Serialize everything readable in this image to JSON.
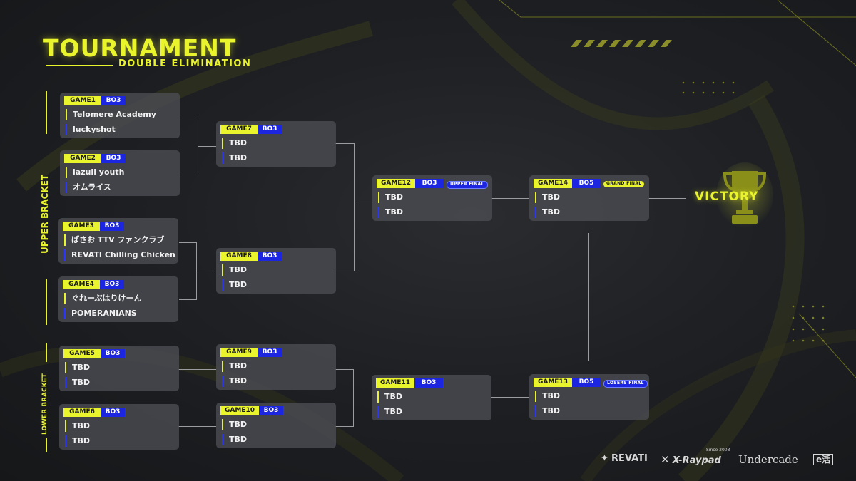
{
  "header": {
    "title": "TOURNAMENT",
    "subtitle": "DOUBLE ELIMINATION"
  },
  "brackets": {
    "upper_label": "UPPER BRACKET",
    "lower_label": "LOWER BRACKET"
  },
  "matches": {
    "g1": {
      "game": "GAME1",
      "bo": "BO3",
      "team1": "Telomere Academy",
      "team2": "luckyshot"
    },
    "g2": {
      "game": "GAME2",
      "bo": "BO3",
      "team1": "lazuli youth",
      "team2": "オムライス"
    },
    "g3": {
      "game": "GAME3",
      "bo": "BO3",
      "team1": "ぱさお TTV ファンクラブ",
      "team2": "REVATI Chilling Chicken"
    },
    "g4": {
      "game": "GAME4",
      "bo": "BO3",
      "team1": "ぐれーぷはりけーん",
      "team2": "POMERANIANS"
    },
    "g5": {
      "game": "GAME5",
      "bo": "BO3",
      "team1": "TBD",
      "team2": "TBD"
    },
    "g6": {
      "game": "GAME6",
      "bo": "BO3",
      "team1": "TBD",
      "team2": "TBD"
    },
    "g7": {
      "game": "GAME7",
      "bo": "BO3",
      "team1": "TBD",
      "team2": "TBD"
    },
    "g8": {
      "game": "GAME8",
      "bo": "BO3",
      "team1": "TBD",
      "team2": "TBD"
    },
    "g9": {
      "game": "GAME9",
      "bo": "BO3",
      "team1": "TBD",
      "team2": "TBD"
    },
    "g10": {
      "game": "GAME10",
      "bo": "BO3",
      "team1": "TBD",
      "team2": "TBD"
    },
    "g11": {
      "game": "GAME11",
      "bo": "BO3",
      "team1": "TBD",
      "team2": "TBD"
    },
    "g12": {
      "game": "GAME12",
      "bo": "BO3",
      "note": "UPPER FINAL",
      "team1": "TBD",
      "team2": "TBD"
    },
    "g13": {
      "game": "GAME13",
      "bo": "BO5",
      "note": "LOSERS FINAL",
      "team1": "TBD",
      "team2": "TBD"
    },
    "g14": {
      "game": "GAME14",
      "bo": "BO5",
      "note": "GRAND FINAL",
      "team1": "TBD",
      "team2": "TBD"
    }
  },
  "victory": {
    "label": "VICTORY",
    "icon": "trophy-icon"
  },
  "sponsors": {
    "revati": "REVATI",
    "xraypad": "X-Raypad",
    "xraypad_since": "Since 2003",
    "undercade": "Undercade",
    "ekatsu": "e活"
  },
  "colors": {
    "accent": "#e9f42c",
    "blue": "#1c26e0",
    "card": "#4a4c52",
    "background": "#1e2024"
  }
}
